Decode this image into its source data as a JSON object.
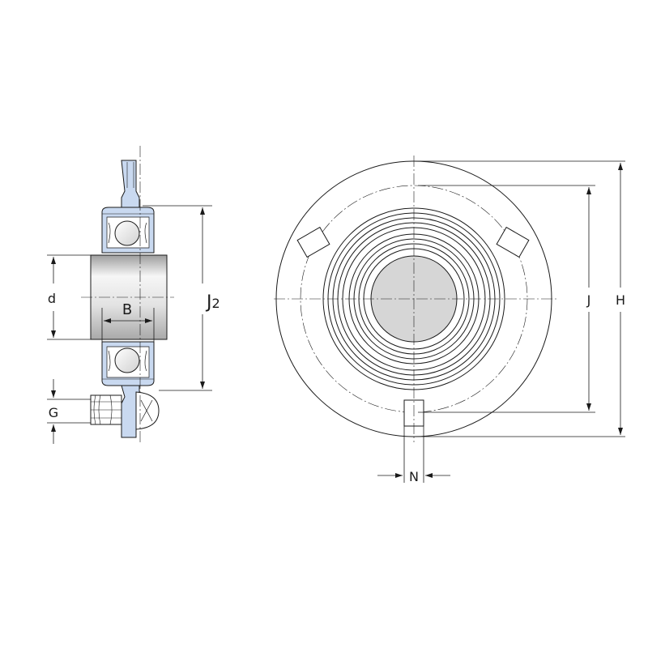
{
  "labels": {
    "d": "d",
    "B": "B",
    "J2_main": "J",
    "J2_sub": "2",
    "G": "G",
    "J": "J",
    "H": "H",
    "N": "N"
  },
  "colors": {
    "line": "#1a1a1a",
    "bearing_fill": "#c9d9f0",
    "shaft_light": "#f4f4f4",
    "shaft_dark": "#bdbdbd",
    "bore_fill": "#d6d6d6",
    "background": "#ffffff"
  }
}
